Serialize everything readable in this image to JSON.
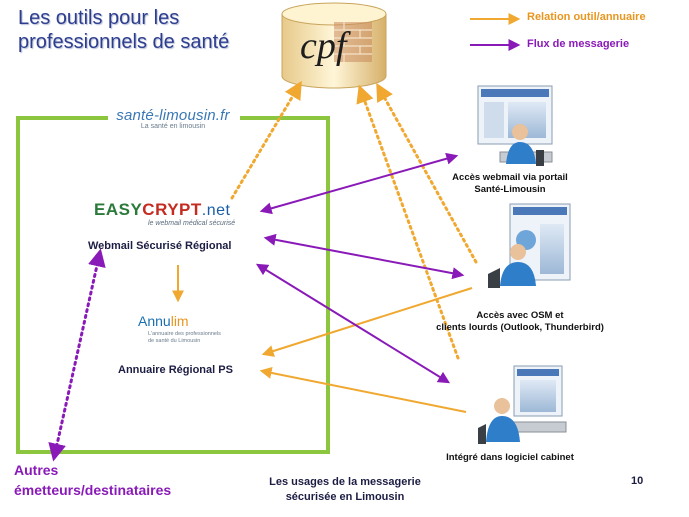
{
  "title": {
    "line1": "Les outils pour les",
    "line2": "professionnels de santé"
  },
  "legend": {
    "orange_label": "Relation outil/annuaire",
    "purple_label": "Flux de messagerie",
    "orange_color": "#f0a830",
    "purple_color": "#8a1ab8"
  },
  "colors": {
    "green_frame": "#8cc63f",
    "title_blue": "#2e3e8f"
  },
  "cpf_logo": {
    "text": "cpf"
  },
  "sante_logo": {
    "name": "santé-limousin.fr",
    "tagline": "La santé en limousin"
  },
  "easycrypt_logo": {
    "easy": "EASY",
    "crypt": "CRYPT",
    "net": ".net",
    "tagline": "le webmail médical sécurisé"
  },
  "webmail_label": "Webmail Sécurisé Régional",
  "annulim_logo": {
    "part1": "Annu",
    "part2": "lim",
    "tagline": "L'annuaire des professionnels de santé du Limousin"
  },
  "annuaire_label": "Annuaire Régional PS",
  "nodes": {
    "webmail_portal": {
      "line1": "Accès webmail via portail",
      "line2": "Santé-Limousin",
      "icon": "computer-user-icon"
    },
    "osm_clients": {
      "line1": "Accès avec OSM et",
      "line2": "clients lourds (Outlook, Thunderbird)",
      "icon": "computer-user-icon"
    },
    "cabinet": {
      "line1": "Intégré dans logiciel cabinet",
      "icon": "computer-user-icon"
    }
  },
  "autres": {
    "line1": "Autres",
    "line2": "émetteurs/destinataires"
  },
  "footer": {
    "line1": "Les usages de la messagerie",
    "line2": "sécurisée en Limousin",
    "page_number": "10"
  }
}
